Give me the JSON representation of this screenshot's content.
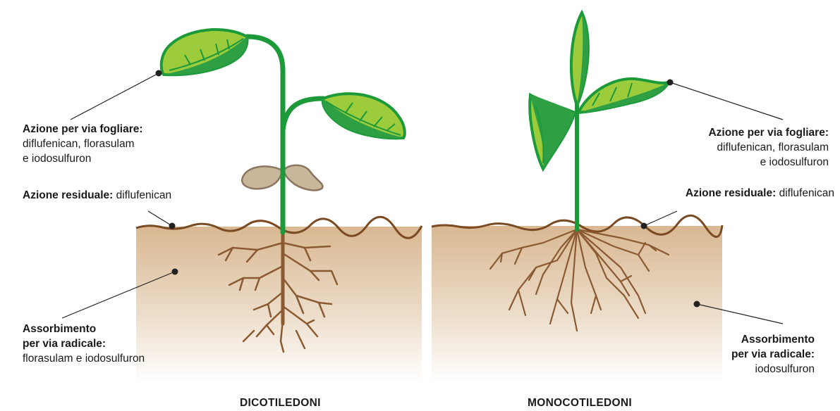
{
  "left": {
    "foliar_title": "Azione per via fogliare:",
    "foliar_line1": "diflufenican, florasulam",
    "foliar_line2": "e iodosulfuron",
    "residual_title": "Azione residuale:",
    "residual_value": "diflufenican",
    "root_title1": "Assorbimento",
    "root_title2": "per via radicale:",
    "root_value": "florasulam e iodosulfuron",
    "caption": "DICOTILEDONI"
  },
  "right": {
    "foliar_title": "Azione per via fogliare:",
    "foliar_line1": "diflufenican, florasulam",
    "foliar_line2": "e iodosulfuron",
    "residual_title": "Azione residuale:",
    "residual_value": "diflufenican",
    "root_title1": "Assorbimento",
    "root_title2": "per via radicale:",
    "root_value": "iodosulfuron",
    "caption": "MONOCOTILEDONI"
  },
  "colors": {
    "soil_top": "#d9b892",
    "soil_surface": "#7a4a22",
    "root": "#8a5a32",
    "stem": "#1c9a3a",
    "leaf_light": "#9ccc3c",
    "leaf_dark": "#2ea043",
    "cotyledon": "#c9b79c"
  }
}
